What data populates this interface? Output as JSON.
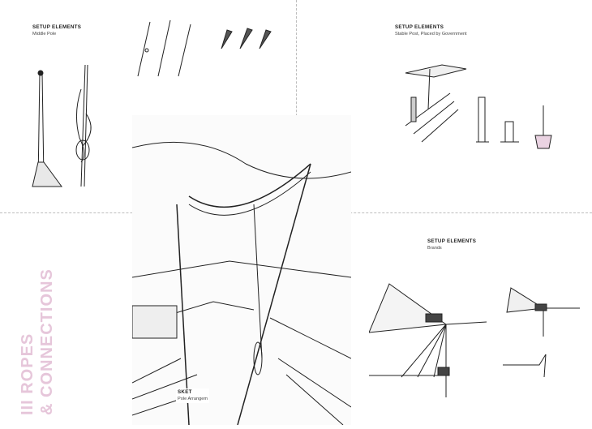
{
  "vertical_title": {
    "line1": "III ROPES",
    "line2": "& CONNECTIONS",
    "color": "#e6c6da"
  },
  "panels": {
    "middle_pole": {
      "heading": "SETUP ELEMENTS",
      "caption": "Middle Pole"
    },
    "stable_post": {
      "heading": "SETUP ELEMENTS",
      "caption": "Stable Post, Placed by Government"
    },
    "brands": {
      "heading": "SETUP ELEMENTS",
      "caption": "Brands"
    },
    "sketch": {
      "heading": "SKET",
      "caption": "Pole Arrangem"
    }
  },
  "accent_color": "#d9b8cf"
}
